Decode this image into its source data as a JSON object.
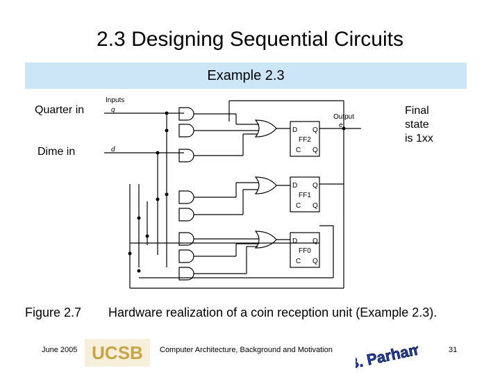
{
  "slide": {
    "title": "2.3  Designing Sequential Circuits",
    "banner": "Example 2.3",
    "quarter_label": "Quarter in",
    "dime_label": "Dime in",
    "final_state_lines": [
      "Final",
      "state",
      "is 1xx"
    ],
    "figure_number": "Figure 2.7",
    "figure_caption": "Hardware realization of a coin reception unit (Example 2.3)."
  },
  "circuit": {
    "inputs_heading": "Inputs",
    "input_q": "q",
    "input_d": "d",
    "output_heading": "Output",
    "output_e": "e",
    "flipflops": [
      {
        "name": "FF2",
        "d": "D",
        "q": "Q",
        "c": "C",
        "qbar": "Q"
      },
      {
        "name": "FF1",
        "d": "D",
        "q": "Q",
        "c": "C",
        "qbar": "Q"
      },
      {
        "name": "FF0",
        "d": "D",
        "q": "Q",
        "c": "C",
        "qbar": "Q"
      }
    ]
  },
  "footer": {
    "date": "June 2005",
    "logo_text": "UCSB",
    "course": "Computer Architecture, Background and Motivation",
    "author_logo": "B. Parhami",
    "page": "31"
  },
  "colors": {
    "banner": "#cce6f7",
    "ucsb_logo": "#c8a348",
    "author_logo": "#1f3fb0"
  }
}
